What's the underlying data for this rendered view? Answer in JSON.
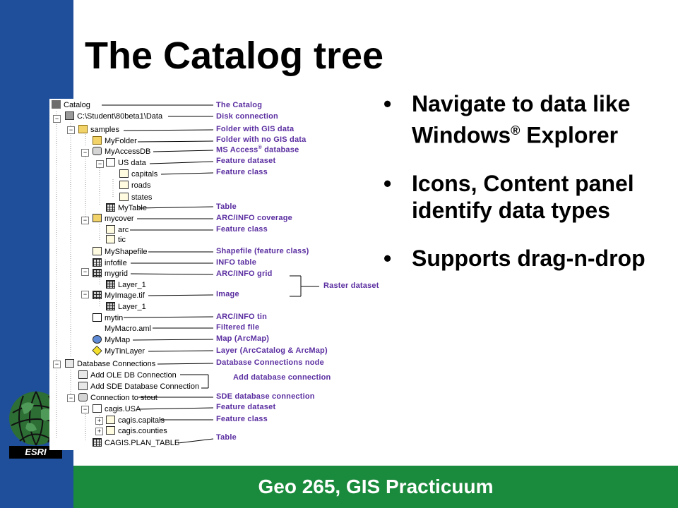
{
  "slide": {
    "title": "The Catalog tree",
    "footer": "Geo 265, GIS Practicuum",
    "logo_text": "ESRI",
    "bullets": [
      {
        "text": "Navigate to data like Windows",
        "sup": "®",
        "tail": " Explorer"
      },
      {
        "text": "Icons, Content panel identify data types",
        "sup": "",
        "tail": ""
      },
      {
        "text": "Supports drag-n-drop",
        "sup": "",
        "tail": ""
      }
    ]
  },
  "tree": {
    "nodes": [
      {
        "label": "Catalog",
        "icon": "catalog-icon"
      },
      {
        "label": "C:\\Student\\80beta1\\Data",
        "icon": "disk-icon"
      },
      {
        "label": "samples",
        "icon": "folder-icon"
      },
      {
        "label": "MyFolder",
        "icon": "folder-icon"
      },
      {
        "label": "MyAccessDB",
        "icon": "database-icon"
      },
      {
        "label": "US data",
        "icon": "feature-dataset-icon"
      },
      {
        "label": "capitals",
        "icon": "point-feature-class-icon"
      },
      {
        "label": "roads",
        "icon": "line-feature-class-icon"
      },
      {
        "label": "states",
        "icon": "polygon-feature-class-icon"
      },
      {
        "label": "MyTable",
        "icon": "table-icon"
      },
      {
        "label": "mycover",
        "icon": "coverage-icon"
      },
      {
        "label": "arc",
        "icon": "line-feature-class-icon"
      },
      {
        "label": "tic",
        "icon": "point-feature-class-icon"
      },
      {
        "label": "MyShapefile",
        "icon": "shapefile-icon"
      },
      {
        "label": "infofile",
        "icon": "table-icon"
      },
      {
        "label": "mygrid",
        "icon": "grid-icon"
      },
      {
        "label": "Layer_1",
        "icon": "grid-icon"
      },
      {
        "label": "MyImage.tif",
        "icon": "grid-icon"
      },
      {
        "label": "Layer_1",
        "icon": "grid-icon"
      },
      {
        "label": "mytin",
        "icon": "tin-icon"
      },
      {
        "label": "MyMacro.aml",
        "icon": "file-icon"
      },
      {
        "label": "MyMap",
        "icon": "map-icon"
      },
      {
        "label": "MyTinLayer",
        "icon": "layer-icon"
      },
      {
        "label": "Database Connections",
        "icon": "connections-icon"
      },
      {
        "label": "Add OLE DB Connection",
        "icon": "add-connection-icon"
      },
      {
        "label": "Add SDE Database Connection",
        "icon": "add-connection-icon"
      },
      {
        "label": "Connection to stout",
        "icon": "database-icon"
      },
      {
        "label": "cagis.USA",
        "icon": "feature-dataset-icon"
      },
      {
        "label": "cagis.capitals",
        "icon": "point-feature-class-icon"
      },
      {
        "label": "cagis.counties",
        "icon": "polygon-feature-class-icon"
      },
      {
        "label": "CAGIS.PLAN_TABLE",
        "icon": "table-icon"
      }
    ]
  },
  "annotations": [
    {
      "text": "The Catalog"
    },
    {
      "text": "Disk connection"
    },
    {
      "text": "Folder with GIS data"
    },
    {
      "text": "Folder with no GIS data"
    },
    {
      "text": "MS Access",
      "sup": "®",
      "tail": " database"
    },
    {
      "text": "Feature dataset"
    },
    {
      "text": "Feature class"
    },
    {
      "text": "Table"
    },
    {
      "text": "ARC/INFO coverage"
    },
    {
      "text": "Feature class"
    },
    {
      "text": "Shapefile (feature class)"
    },
    {
      "text": "INFO table"
    },
    {
      "text": "ARC/INFO grid"
    },
    {
      "text": "Raster dataset"
    },
    {
      "text": "Image"
    },
    {
      "text": "ARC/INFO tin"
    },
    {
      "text": "Filtered file"
    },
    {
      "text": "Map (ArcMap)"
    },
    {
      "text": "Layer (ArcCatalog & ArcMap)"
    },
    {
      "text": "Database Connections node"
    },
    {
      "text": "Add database connection"
    },
    {
      "text": "SDE database connection"
    },
    {
      "text": "Feature dataset"
    },
    {
      "text": "Feature class"
    },
    {
      "text": "Table"
    }
  ],
  "colors": {
    "sidebar": "#1f4f9a",
    "footer": "#1a8a3c",
    "annotation": "#5a2ea0"
  }
}
